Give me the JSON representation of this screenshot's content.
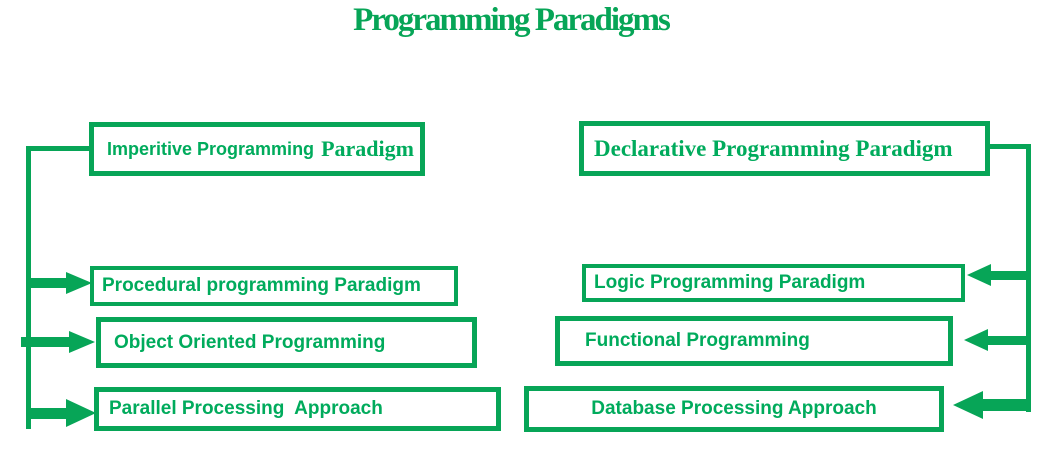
{
  "title": "Programming Paradigms",
  "colors": {
    "green": "#07a557",
    "text_green": "#00ab5c",
    "background": "#ffffff"
  },
  "diagram": {
    "left_branch": {
      "root": {
        "label_part1": "Imperitive Programming",
        "label_part2": "Paradigm"
      },
      "children": [
        {
          "label": "Procedural programming Paradigm"
        },
        {
          "label": "Object Oriented Programming"
        },
        {
          "label": "Parallel Processing  Approach"
        }
      ]
    },
    "right_branch": {
      "root": {
        "label": "Declarative Programming Paradigm"
      },
      "children": [
        {
          "label": "Logic Programming Paradigm"
        },
        {
          "label": "Functional Programming"
        },
        {
          "label": "Database Processing Approach"
        }
      ]
    }
  }
}
